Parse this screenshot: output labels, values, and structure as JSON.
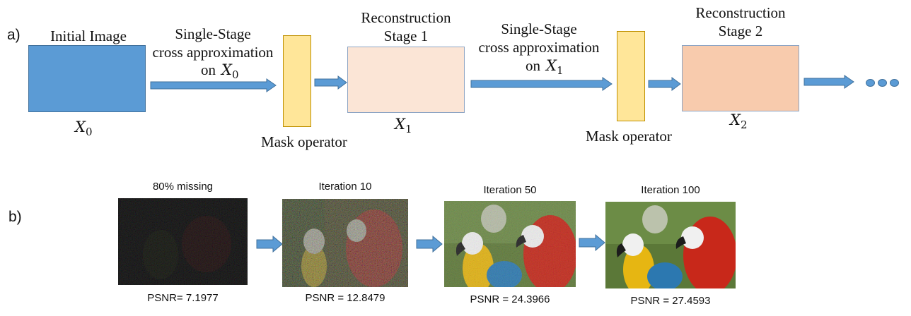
{
  "panel_a": {
    "label": "a)",
    "initial_image": "Initial Image",
    "x0": "X",
    "x0_sub": "0",
    "step1_line1": "Single-Stage",
    "step1_line2": "cross approximation",
    "step1_line3": "on",
    "step1_var": "X",
    "step1_var_sub": "0",
    "mask1": "Mask operator",
    "recon1_line1": "Reconstruction",
    "recon1_line2": "Stage 1",
    "x1": "X",
    "x1_sub": "1",
    "step2_line1": "Single-Stage",
    "step2_line2": "cross approximation",
    "step2_line3": "on",
    "step2_var": "X",
    "step2_var_sub": "1",
    "mask2": "Mask operator",
    "recon2_line1": "Reconstruction",
    "recon2_line2": "Stage 2",
    "x2": "X",
    "x2_sub": "2",
    "colors": {
      "initial": "#5b9bd5",
      "mask": "#ffe699",
      "recon1": "#fbe5d6",
      "recon2": "#f8cbad",
      "arrow": "#5b9bd5"
    }
  },
  "panel_b": {
    "label": "b)",
    "images": [
      {
        "title": "80% missing",
        "psnr": "PSNR= 7.1977"
      },
      {
        "title": "Iteration 10",
        "psnr": "PSNR = 12.8479"
      },
      {
        "title": "Iteration 50",
        "psnr": "PSNR = 24.3966"
      },
      {
        "title": "Iteration 100",
        "psnr": "PSNR = 27.4593"
      }
    ]
  }
}
